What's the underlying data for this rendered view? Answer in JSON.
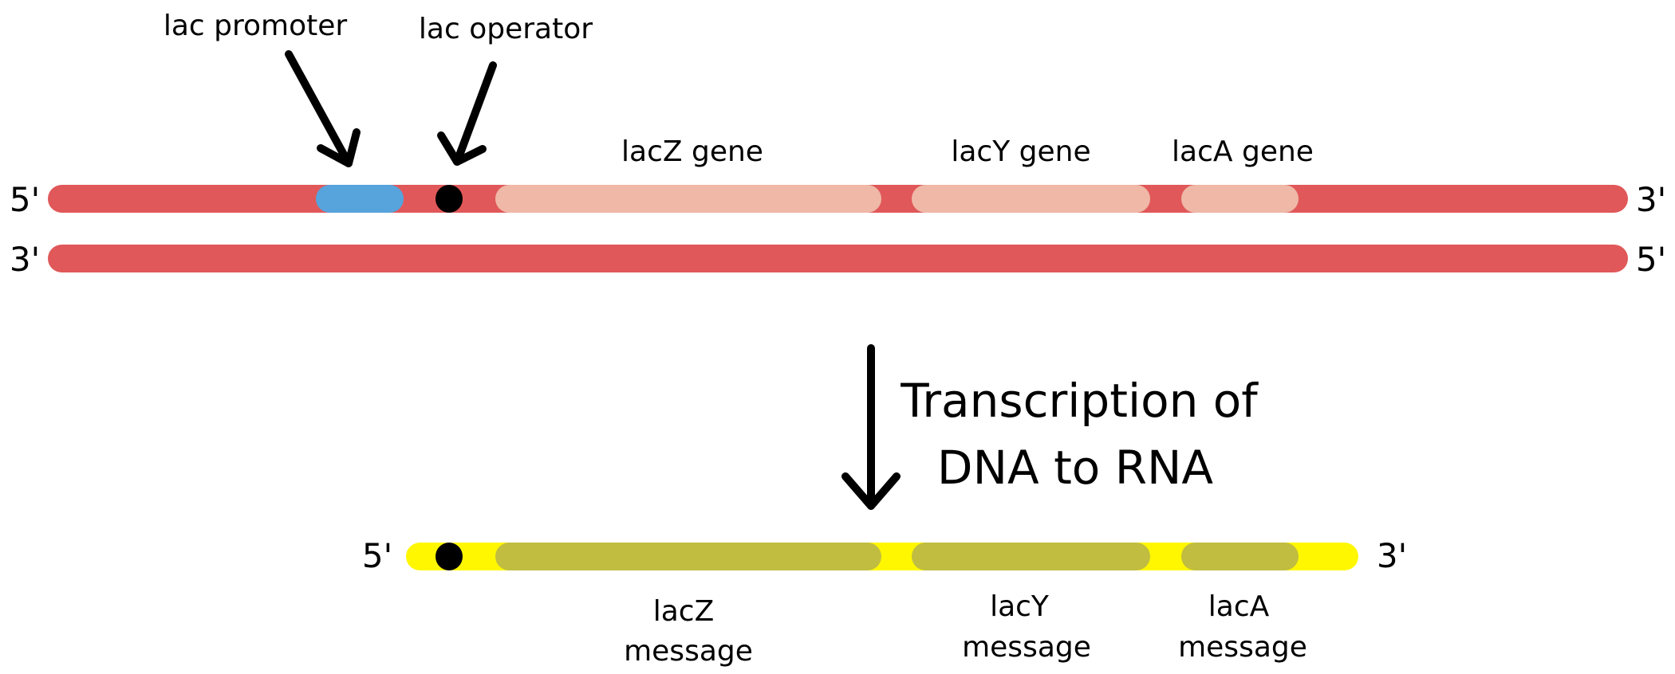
{
  "title": "lac operon transcription",
  "colors": {
    "dna_strand": "#E05859",
    "promoter": "#57A3DC",
    "operator": "#000000",
    "gene": "#EFB8A7",
    "mrna_strand": "#FFF700",
    "message": "#C0BD40",
    "arrow": "#000000"
  },
  "dna": {
    "top_strand": {
      "left_label": "5'",
      "right_label": "3'"
    },
    "bottom_strand": {
      "left_label": "3'",
      "right_label": "5'"
    },
    "callouts": [
      {
        "id": "promoter",
        "label": "lac promoter"
      },
      {
        "id": "operator",
        "label": "lac operator"
      }
    ],
    "genes": [
      {
        "id": "lacZ",
        "label": "lacZ gene"
      },
      {
        "id": "lacY",
        "label": "lacY gene"
      },
      {
        "id": "lacA",
        "label": "lacA gene"
      }
    ]
  },
  "process": {
    "line1": "Transcription of",
    "line2": "DNA to RNA"
  },
  "mrna": {
    "left_label": "5'",
    "right_label": "3'",
    "messages": [
      {
        "id": "lacZ",
        "line1": "lacZ",
        "line2": "message"
      },
      {
        "id": "lacY",
        "line1": "lacY",
        "line2": "message"
      },
      {
        "id": "lacA",
        "line1": "lacA",
        "line2": "message"
      }
    ]
  }
}
